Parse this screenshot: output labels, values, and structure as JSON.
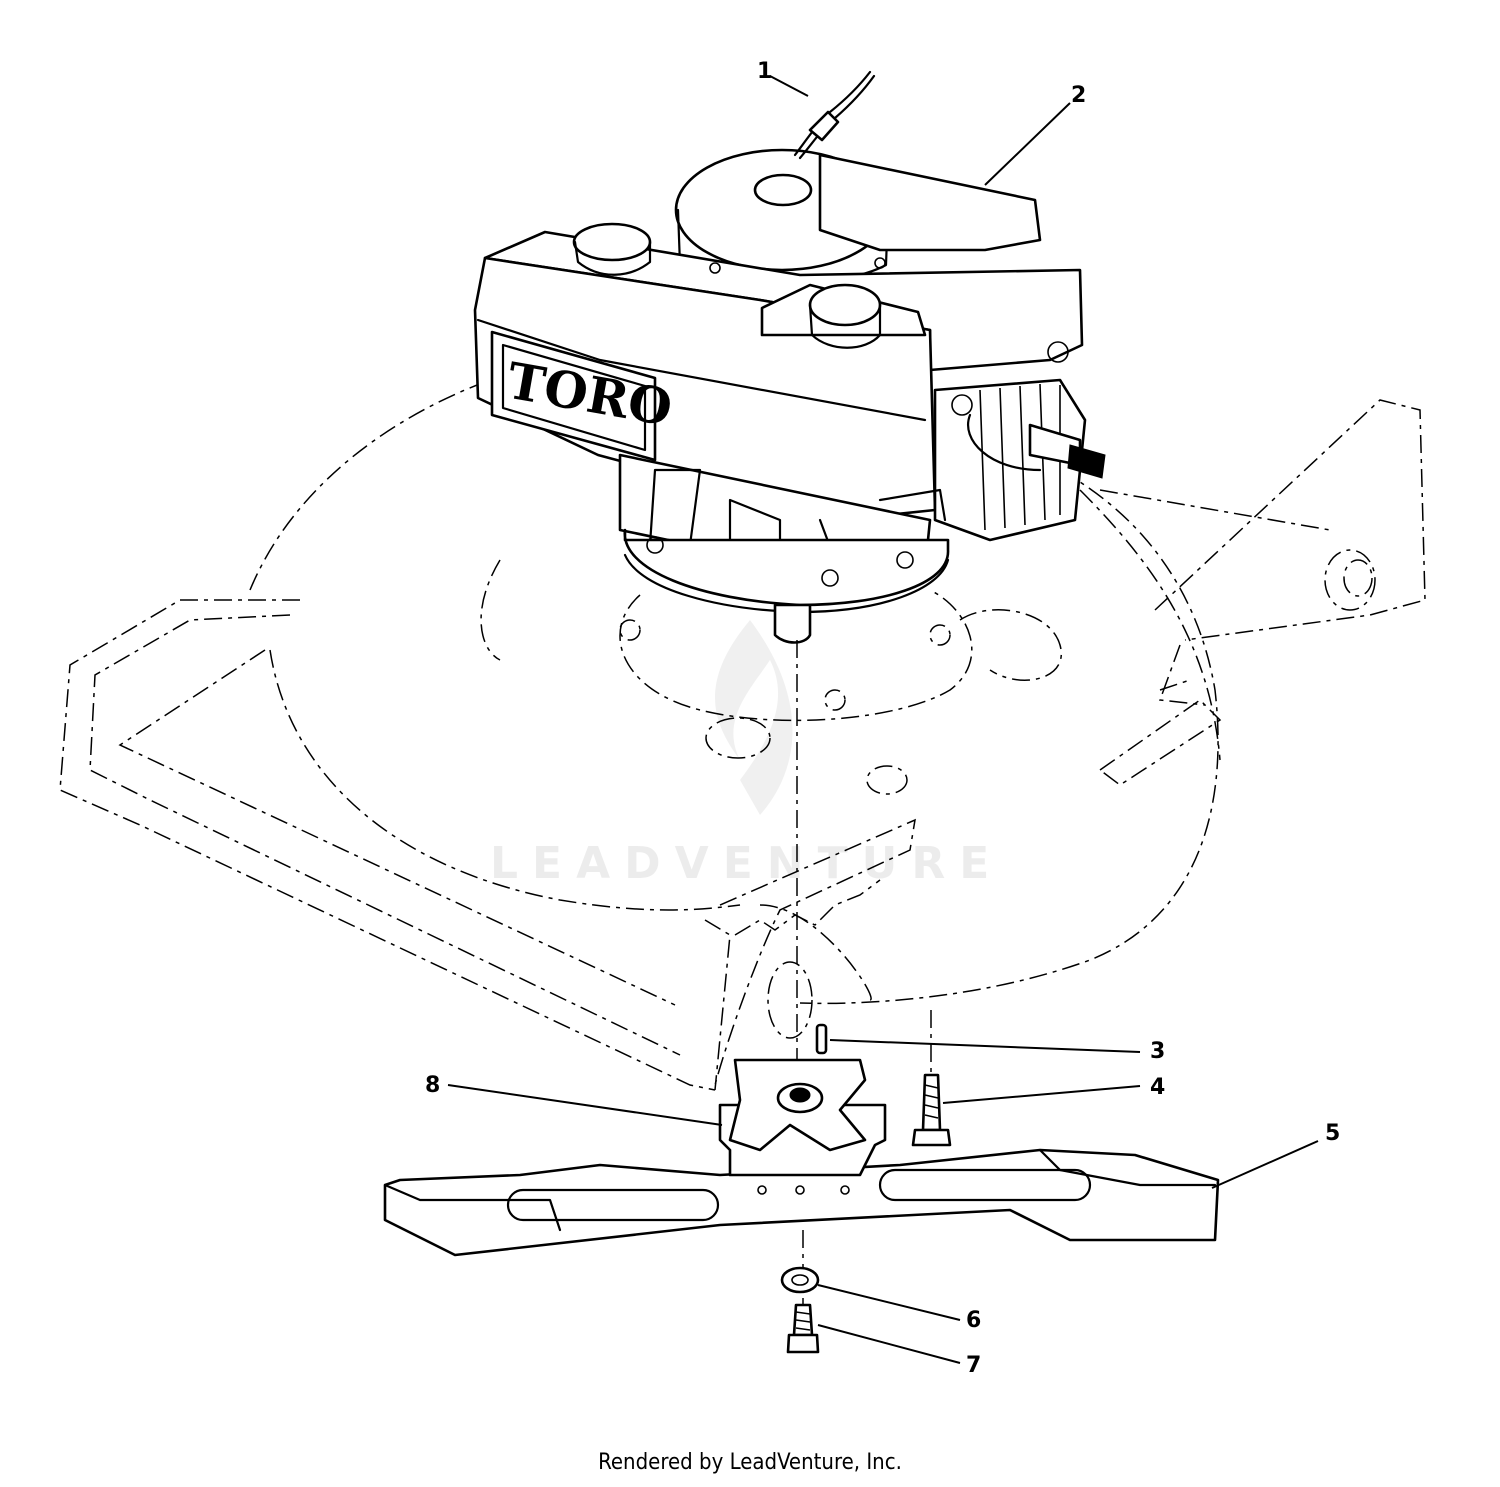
{
  "diagram": {
    "brand_text": "TORO",
    "watermark_text": "LEADVENTURE",
    "callouts": [
      {
        "id": "1",
        "label": "1"
      },
      {
        "id": "2",
        "label": "2"
      },
      {
        "id": "3",
        "label": "3"
      },
      {
        "id": "4",
        "label": "4"
      },
      {
        "id": "5",
        "label": "5"
      },
      {
        "id": "6",
        "label": "6"
      },
      {
        "id": "7",
        "label": "7"
      },
      {
        "id": "8",
        "label": "8"
      }
    ]
  },
  "footer": {
    "text": "Rendered by LeadVenture, Inc."
  }
}
